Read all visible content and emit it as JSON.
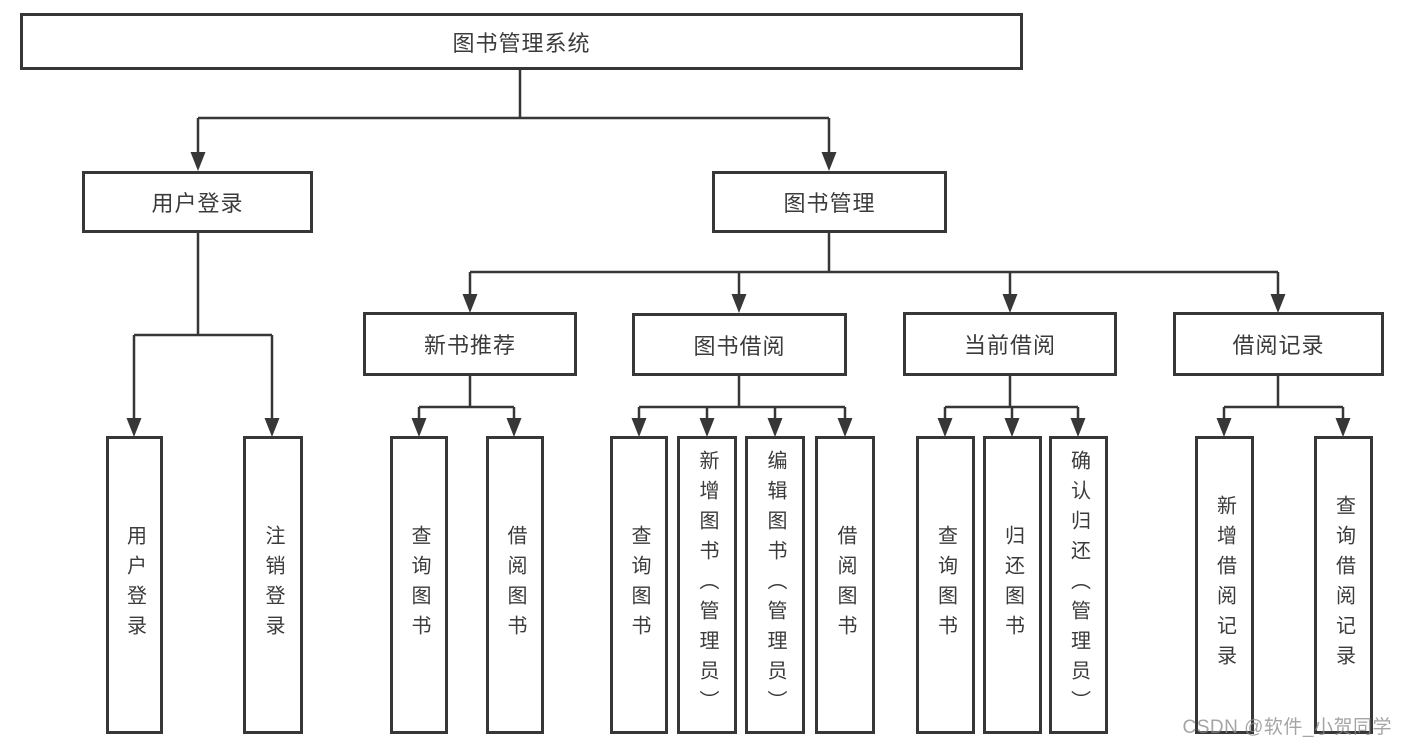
{
  "diagram": {
    "watermark": "CSDN @软件_小贺同学",
    "colors": {
      "line": "#373737",
      "box_border": "#373737",
      "box_background": "#ffffff",
      "text": "#3b3b3b",
      "watermark_text": "#8c8c8c",
      "page_background": "#ffffff"
    },
    "tree": {
      "label": "图书管理系统",
      "children": [
        {
          "label": "用户登录",
          "children": [
            {
              "label": "用户登录"
            },
            {
              "label": "注销登录"
            }
          ]
        },
        {
          "label": "图书管理",
          "children": [
            {
              "label": "新书推荐",
              "children": [
                {
                  "label": "查询图书"
                },
                {
                  "label": "借阅图书"
                }
              ]
            },
            {
              "label": "图书借阅",
              "children": [
                {
                  "label": "查询图书"
                },
                {
                  "label": "新增图书（管理员）"
                },
                {
                  "label": "编辑图书（管理员）"
                },
                {
                  "label": "借阅图书"
                }
              ]
            },
            {
              "label": "当前借阅",
              "children": [
                {
                  "label": "查询图书"
                },
                {
                  "label": "归还图书"
                },
                {
                  "label": "确认归还（管理员）"
                }
              ]
            },
            {
              "label": "借阅记录",
              "children": [
                {
                  "label": "新增借阅记录"
                },
                {
                  "label": "查询借阅记录"
                }
              ]
            }
          ]
        }
      ]
    }
  }
}
